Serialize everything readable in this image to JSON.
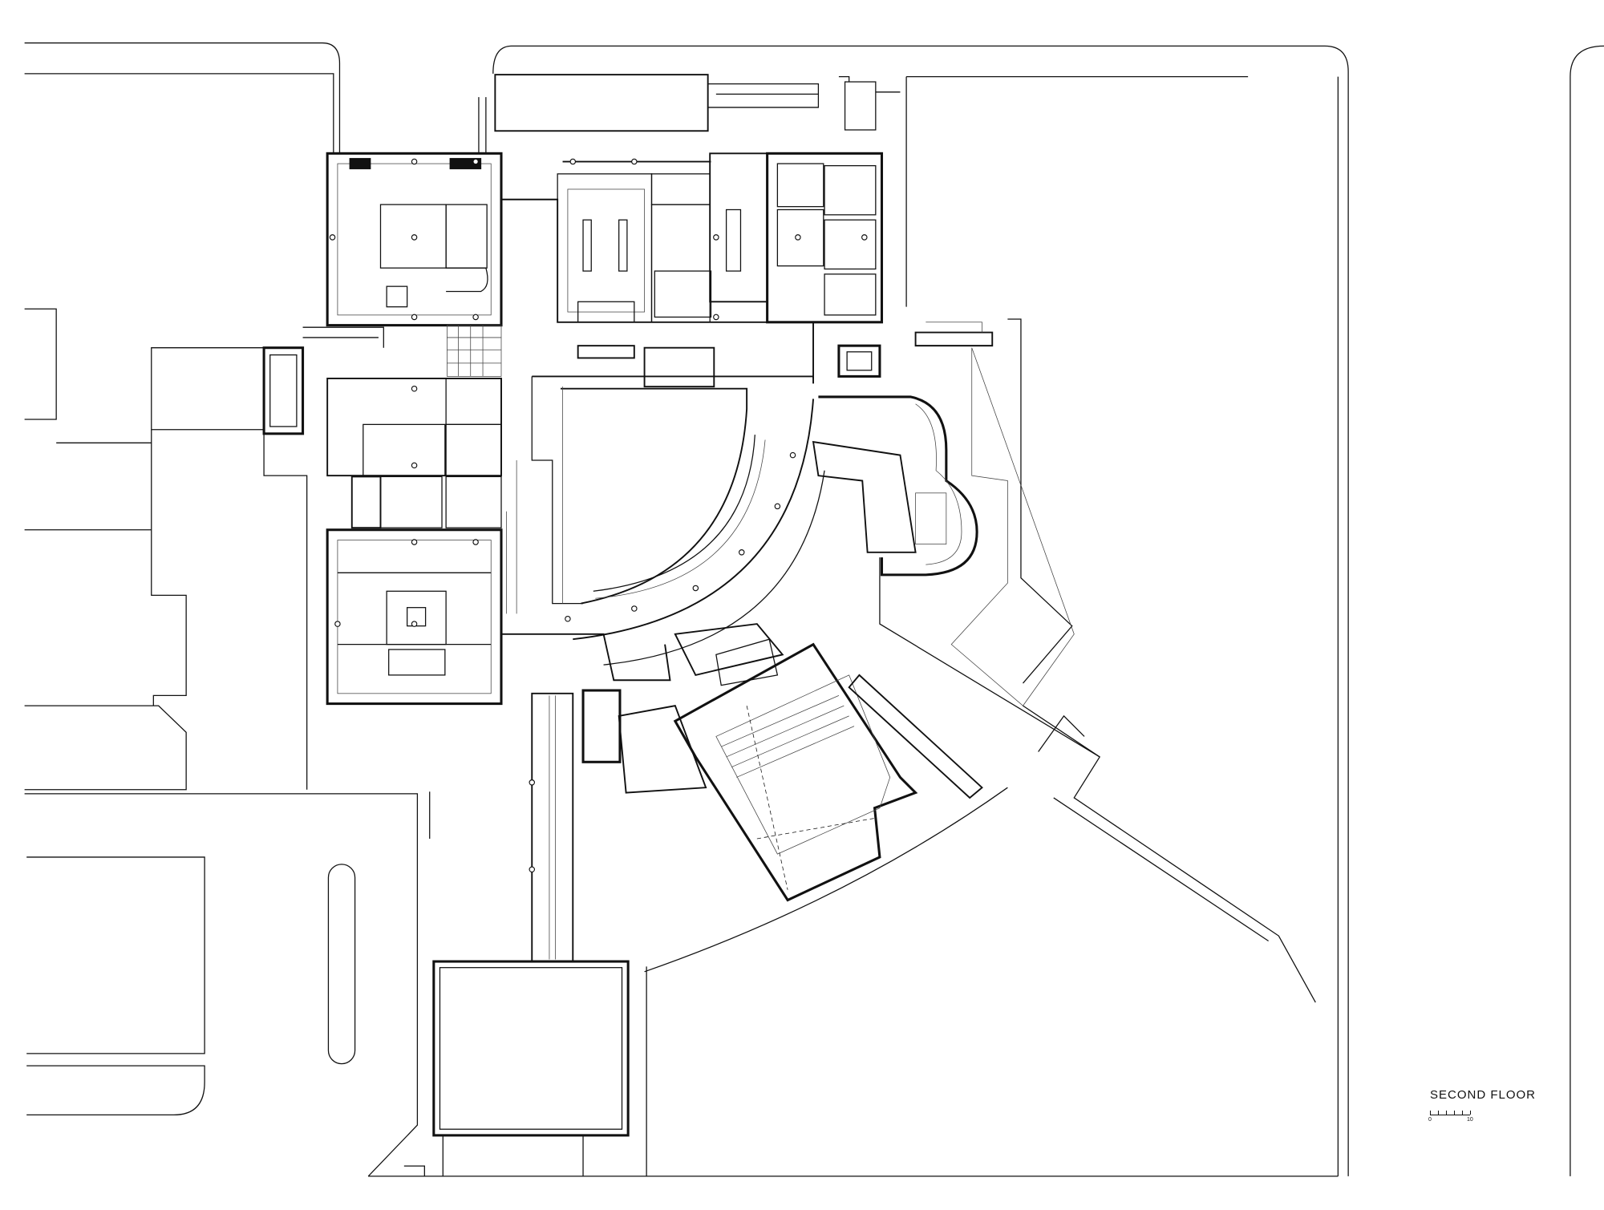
{
  "drawing": {
    "title": "SECOND FLOOR",
    "scale_bar": {
      "start_label": "0",
      "end_label": "10",
      "divisions": 5
    }
  }
}
